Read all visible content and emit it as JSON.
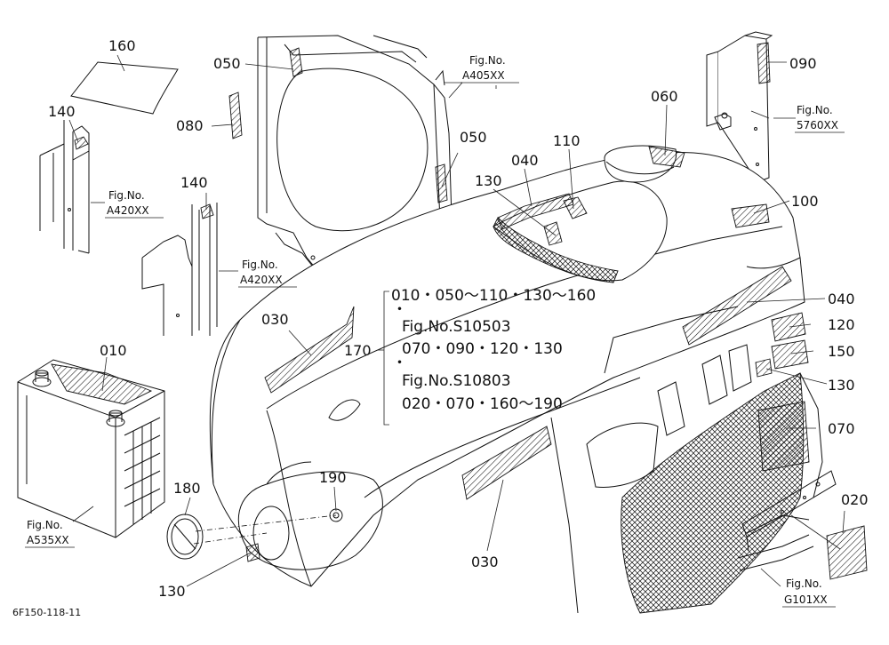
{
  "diagram": {
    "code": "6F150-118-11",
    "callouts": {
      "p160": "160",
      "p140a": "140",
      "p140b": "140",
      "p050a": "050",
      "p050b": "050",
      "p080": "080",
      "p060": "060",
      "p110": "110",
      "p040a": "040",
      "p040b": "040",
      "p130a": "130",
      "p130b": "130",
      "p130c": "130",
      "p090": "090",
      "p100": "100",
      "p030a": "030",
      "p030b": "030",
      "p010": "010",
      "p170": "170",
      "p120": "120",
      "p150": "150",
      "p070": "070",
      "p180": "180",
      "p190": "190",
      "p020": "020"
    },
    "fig_refs": {
      "a405_label": "Fig.No.",
      "a405_code": "A405XX",
      "a420a_label": "Fig.No.",
      "a420a_code": "A420XX",
      "a420b_label": "Fig.No.",
      "a420b_code": "A420XX",
      "f5760_label": "Fig.No.",
      "f5760_code": "5760XX",
      "a535_label": "Fig.No.",
      "a535_code": "A535XX",
      "g101_label": "Fig.No.",
      "g101_code": "G101XX"
    },
    "legend": {
      "line1": "010・050～110・130～160",
      "dot1": "・",
      "line2": "Fig.No.S10503",
      "line3": "070・090・120・130",
      "dot2": "・",
      "line4": "Fig.No.S10803",
      "line5": "020・070・160～190"
    }
  }
}
